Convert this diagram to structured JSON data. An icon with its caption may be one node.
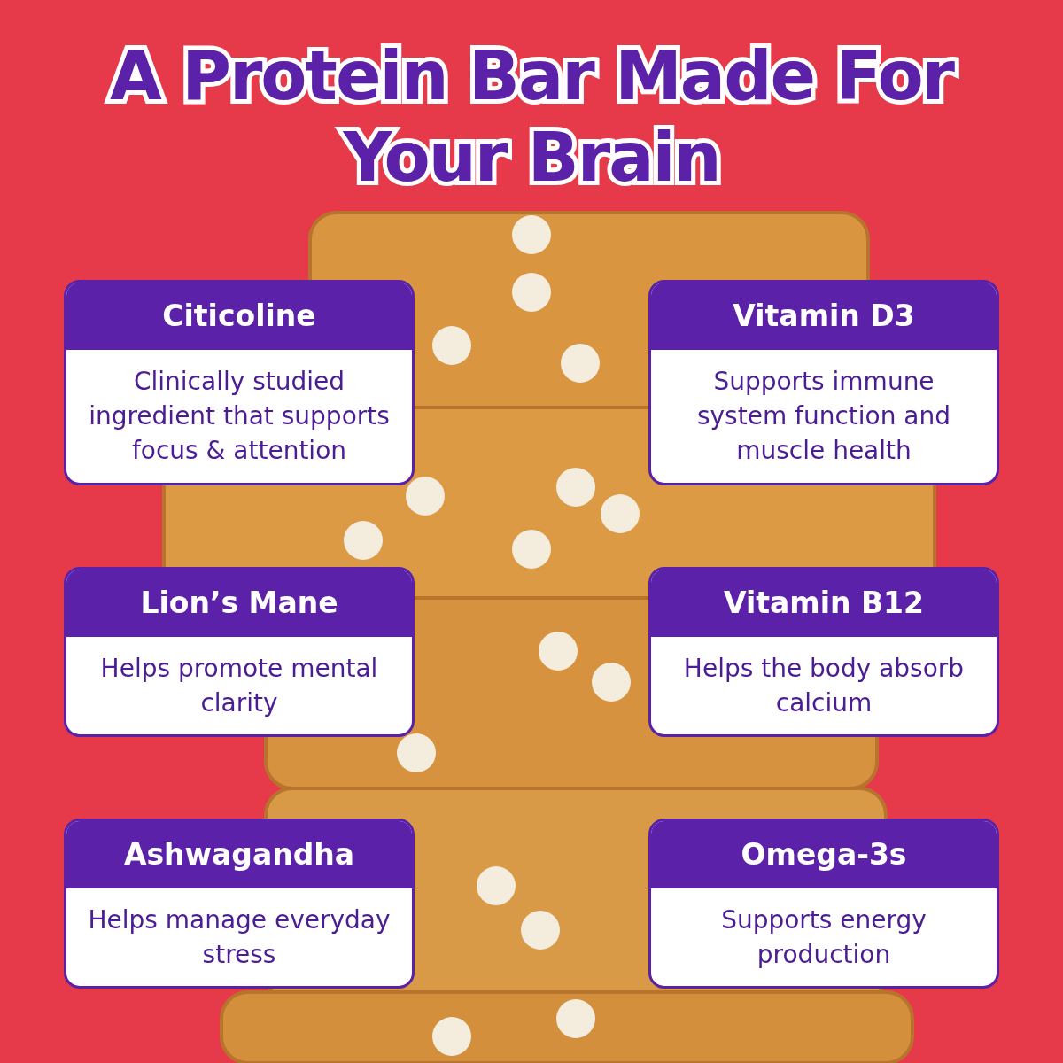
{
  "diagram": {
    "title": "A Protein Bar Made For Your Brain",
    "nodes": [
      {
        "text": [
          "Citicoline",
          "Clinically studied ingredient that supports focus & attention"
        ]
      },
      {
        "text": [
          "Vitamin D3",
          "Supports immune system function and muscle health"
        ]
      },
      {
        "text": [
          "Lion’s Mane",
          "Helps promote mental clarity"
        ]
      },
      {
        "text": [
          "Vitamin B12",
          "Helps the body absorb calcium"
        ]
      },
      {
        "text": [
          "Ashwagandha",
          "Helps manage everyday stress"
        ]
      },
      {
        "text": [
          "Omega-3s",
          "Supports energy production"
        ]
      }
    ]
  }
}
